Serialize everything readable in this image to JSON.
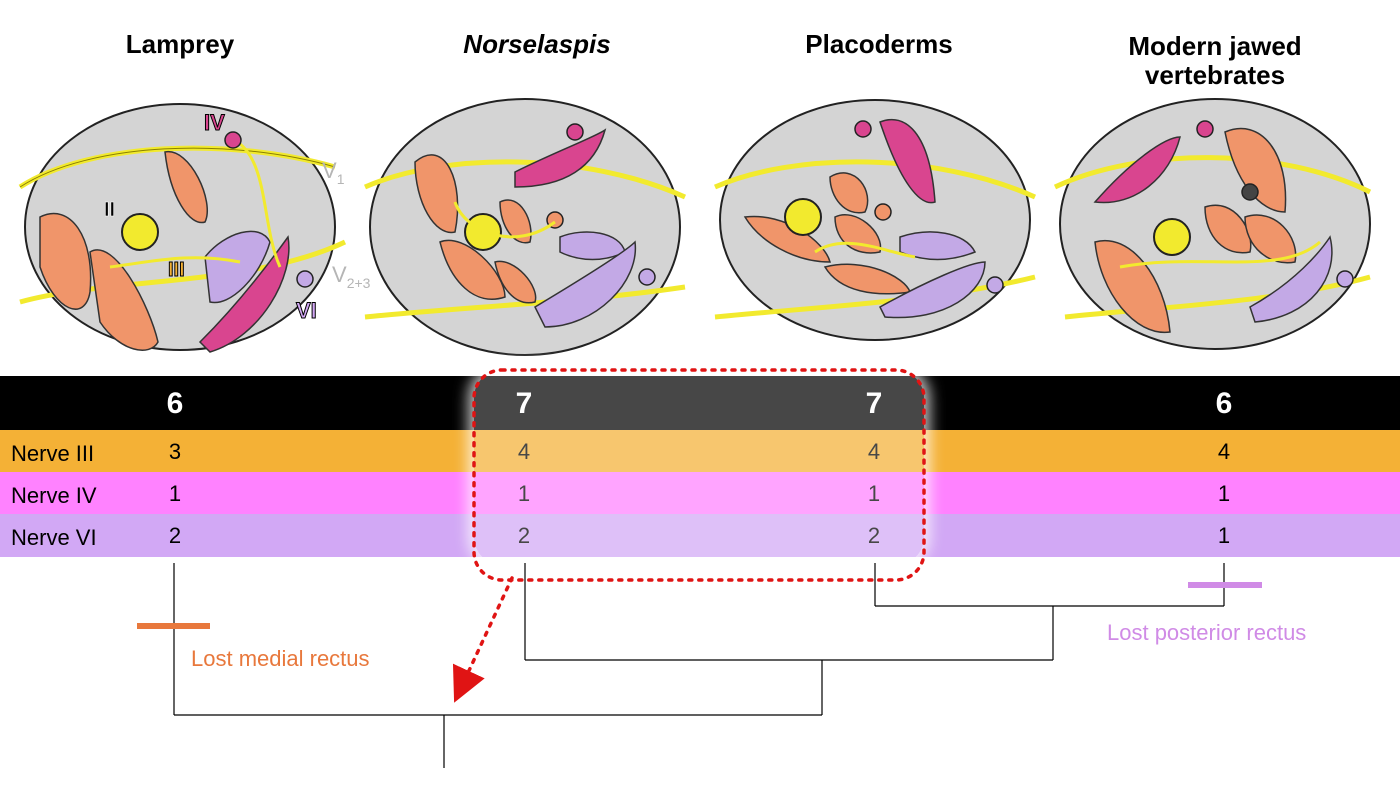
{
  "taxa": [
    {
      "name": "Lamprey",
      "italic": false,
      "total": "6",
      "nerve_iii": "3",
      "nerve_iv": "1",
      "nerve_vi": "2"
    },
    {
      "name": "Norselaspis",
      "italic": true,
      "total": "7",
      "nerve_iii": "4",
      "nerve_iv": "1",
      "nerve_vi": "2"
    },
    {
      "name": "Placoderms",
      "italic": false,
      "total": "7",
      "nerve_iii": "4",
      "nerve_iv": "1",
      "nerve_vi": "2"
    },
    {
      "name_line1": "Modern jawed",
      "name_line2": "vertebrates",
      "italic": false,
      "total": "6",
      "nerve_iii": "4",
      "nerve_iv": "1",
      "nerve_vi": "1"
    }
  ],
  "rows": {
    "nerve_iii_label": "Nerve III",
    "nerve_iv_label": "Nerve IV",
    "nerve_vi_label": "Nerve VI"
  },
  "orbit_labels": {
    "optic": "II",
    "oculomotor": "III",
    "trochlear": "IV",
    "abducens": "VI",
    "trigeminal_v1": "V",
    "trigeminal_v1_sub": "1",
    "trigeminal_v23": "V",
    "trigeminal_v23_sub": "2+3"
  },
  "annotations": {
    "lost_medial": "Lost medial rectus",
    "lost_posterior": "Lost posterior rectus"
  },
  "colors": {
    "nerve_iii_band": "#f4b136",
    "nerve_iv_band": "#ff82ff",
    "nerve_vi_band": "#d2a8f5",
    "muscle_orange": "#f0956a",
    "muscle_magenta": "#d9458f",
    "muscle_lilac": "#c3a9e6",
    "nerve_yellow": "#f2ea2e",
    "orbit_grey": "#d4d4d4",
    "lost_medial": "#e8783c",
    "lost_posterior": "#d08be6",
    "highlight_dotted": "#e01414"
  }
}
